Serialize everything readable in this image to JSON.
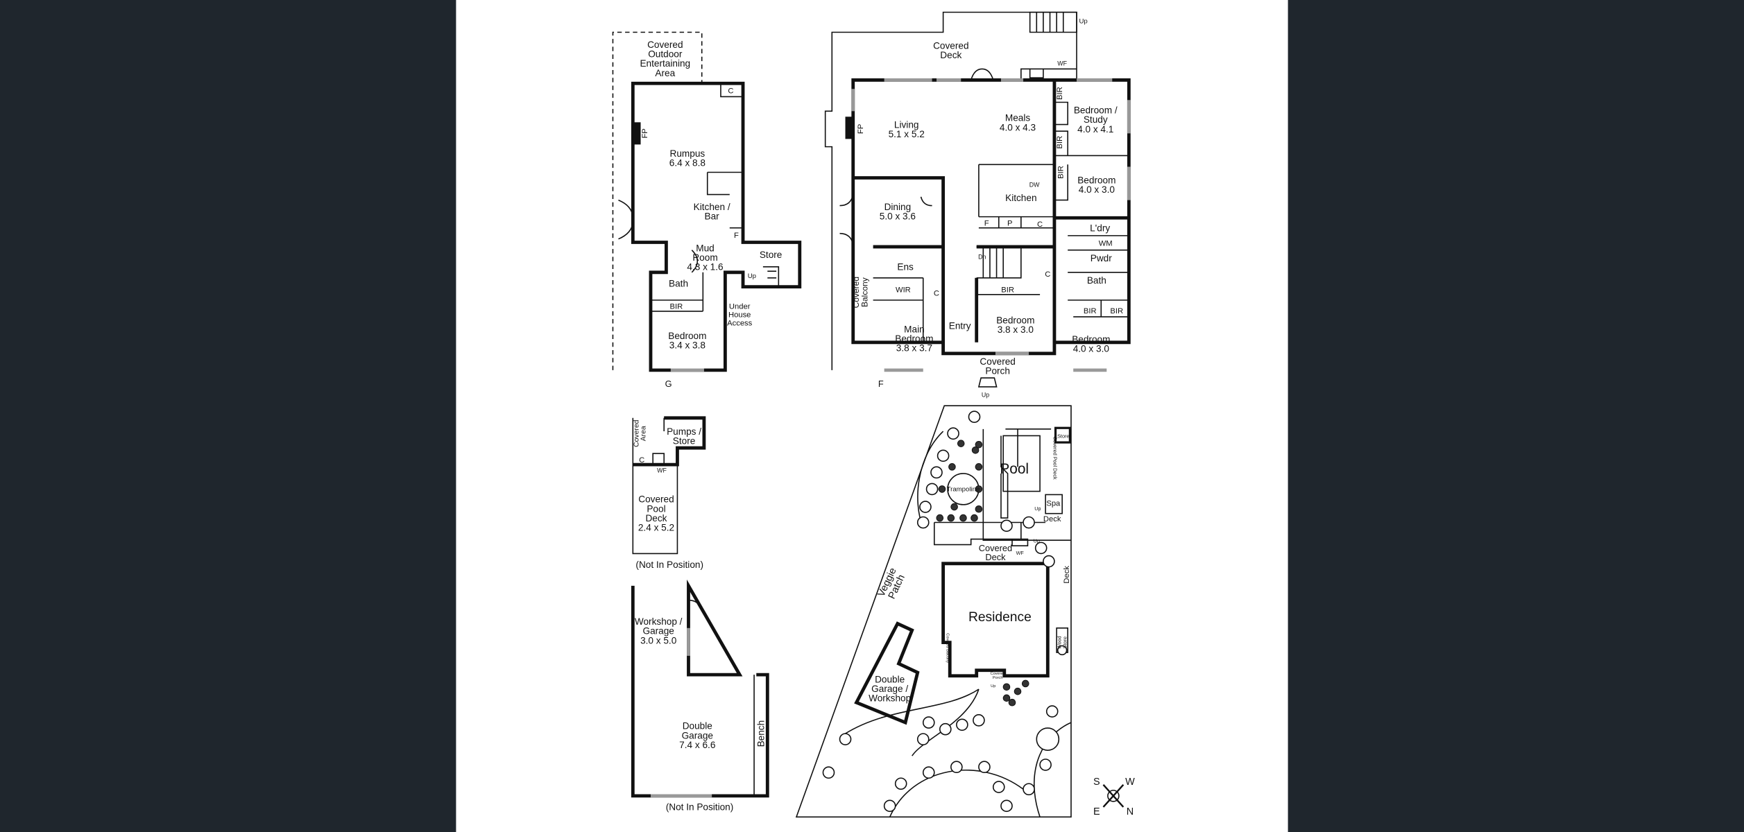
{
  "colors": {
    "background": "#1f262d",
    "sheet": "#ffffff",
    "ink": "#111111"
  },
  "ground_floor": {
    "title": "GROUND FLOOR",
    "covered_outdoor": [
      "Covered",
      "Outdoor",
      "Entertaining",
      "Area"
    ],
    "rumpus": [
      "Rumpus",
      "6.4 x 8.8"
    ],
    "kitchen_bar": [
      "Kitchen /",
      "Bar"
    ],
    "mud_room": [
      "Mud",
      "Room",
      "4.3 x 1.6"
    ],
    "store": [
      "Store"
    ],
    "up": [
      "Up"
    ],
    "bath": [
      "Bath"
    ],
    "bir": [
      "BIR"
    ],
    "under_house": [
      "Under",
      "House",
      "Access"
    ],
    "bedroom": [
      "Bedroom",
      "3.4 x 3.8"
    ],
    "fp": [
      "FP"
    ],
    "c": [
      "C"
    ],
    "f": [
      "F"
    ]
  },
  "first_floor": {
    "title": "FIRST FLOOR",
    "covered_deck": [
      "Covered",
      "Deck"
    ],
    "up_deck": [
      "Up"
    ],
    "wf": [
      "WF"
    ],
    "living": [
      "Living",
      "5.1 x 5.2"
    ],
    "fp": [
      "FP"
    ],
    "meals": [
      "Meals",
      "4.0 x 4.3"
    ],
    "bedroom_study": [
      "Bedroom /",
      "Study",
      "4.0 x 4.1"
    ],
    "bir1": [
      "BIR"
    ],
    "bir2": [
      "BIR"
    ],
    "bir3": [
      "BIR"
    ],
    "bedroom_2": [
      "Bedroom",
      "4.0 x 3.0"
    ],
    "kitchen": [
      "Kitchen"
    ],
    "dw": [
      "DW"
    ],
    "dining": [
      "Dining",
      "5.0 x 3.6"
    ],
    "f": [
      "F"
    ],
    "p": [
      "P"
    ],
    "c1": [
      "C"
    ],
    "laundry": [
      "L'dry"
    ],
    "wm": [
      "WM"
    ],
    "pwdr": [
      "Pwdr"
    ],
    "ens": [
      "Ens"
    ],
    "dn": [
      "Dn"
    ],
    "c2": [
      "C"
    ],
    "bath": [
      "Bath"
    ],
    "wir": [
      "WIR"
    ],
    "c3": [
      "C"
    ],
    "bir4": [
      "BIR"
    ],
    "covered_balcony": [
      "Covered",
      "Balcony"
    ],
    "bir5": [
      "BIR"
    ],
    "bir6": [
      "BIR"
    ],
    "main_bedroom": [
      "Main",
      "Bedroom",
      "3.8 x 3.7"
    ],
    "entry": [
      "Entry"
    ],
    "bedroom_3": [
      "Bedroom",
      "3.8 x 3.0"
    ],
    "bedroom_4": [
      "Bedroom",
      "4.0 x 3.0"
    ],
    "covered_porch": [
      "Covered",
      "Porch"
    ],
    "up_porch": [
      "Up"
    ]
  },
  "pool_house": {
    "covered_area": [
      "Covered",
      "Area"
    ],
    "pumps_store": [
      "Pumps /",
      "Store"
    ],
    "c": [
      "C"
    ],
    "wf": [
      "WF"
    ],
    "covered_pool_deck": [
      "Covered",
      "Pool",
      "Deck",
      "2.4 x 5.2"
    ],
    "note": [
      "(Not In Position)"
    ]
  },
  "garage": {
    "workshop": [
      "Workshop /",
      "Garage",
      "3.0 x 5.0"
    ],
    "double_garage": [
      "Double",
      "Garage",
      "7.4 x 6.6"
    ],
    "bench": [
      "Bench"
    ],
    "note": [
      "(Not In Position)"
    ]
  },
  "site_plan": {
    "pool": [
      "Pool"
    ],
    "trampoline": [
      "Trampoline"
    ],
    "covered_pool_deck": [
      "Covered Pool Deck"
    ],
    "store": [
      "Store"
    ],
    "spa": [
      "Spa"
    ],
    "deck1": [
      "Deck"
    ],
    "up1": [
      "Up"
    ],
    "covered_deck": [
      "Covered",
      "Deck"
    ],
    "wf": [
      "WF"
    ],
    "up2": [
      "Up"
    ],
    "veggie_patch": [
      "Veggie",
      "Patch"
    ],
    "residence": [
      "Residence"
    ],
    "deck2": [
      "Deck"
    ],
    "wood_store": [
      "Wood",
      "Store"
    ],
    "covered_balcony": [
      "Covered Balcony"
    ],
    "double_garage": [
      "Double",
      "Garage /",
      "Workshop"
    ],
    "covered_porch": [
      "Covered",
      "Porch"
    ],
    "up3": [
      "Up"
    ]
  },
  "compass": {
    "s": "S",
    "w": "W",
    "e": "E",
    "n": "N"
  }
}
